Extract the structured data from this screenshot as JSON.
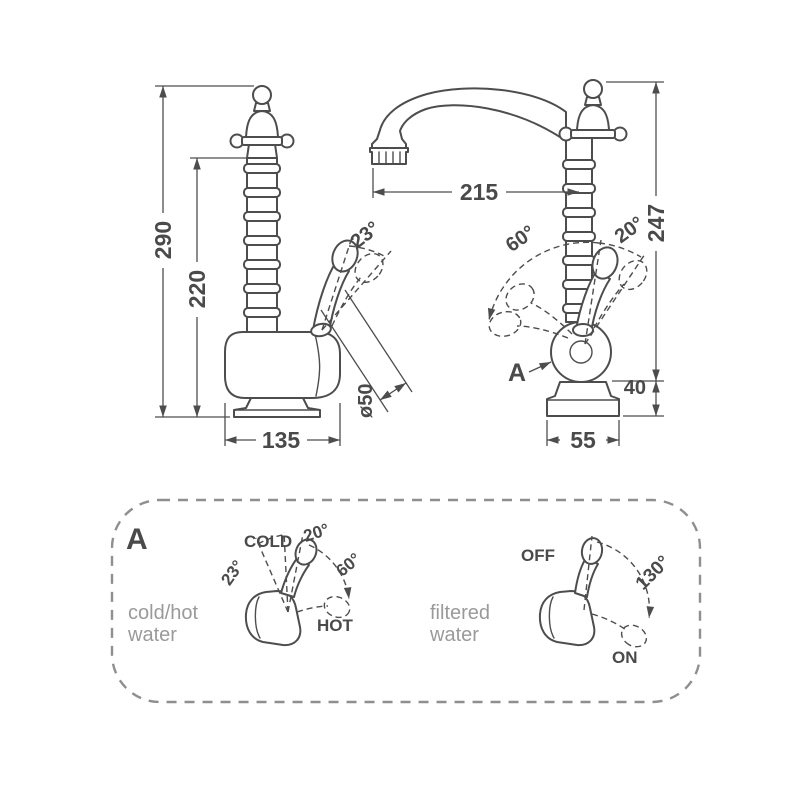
{
  "colors": {
    "line": "#4d4d4d",
    "text": "#4a4a4a",
    "muted_text": "#9a9a9a",
    "panel_border": "#8f8f8f",
    "background": "#ffffff"
  },
  "left_view": {
    "height": "290",
    "column_height": "220",
    "base_width": "135",
    "diameter": "ø50",
    "handle_angle": "23°"
  },
  "right_view": {
    "reach": "215",
    "height": "247",
    "swing_left": "60°",
    "swing_right": "20°",
    "base_height": "40",
    "base_width": "55",
    "marker": "A"
  },
  "detail": {
    "label": "A",
    "mixer": {
      "cold": "COLD",
      "hot": "HOT",
      "angle_open": "20°",
      "angle_swing": "60°",
      "angle_side": "23°",
      "caption1": "cold/hot",
      "caption2": "water"
    },
    "filter": {
      "off": "OFF",
      "on": "ON",
      "angle": "130°",
      "caption1": "filtered",
      "caption2": "water"
    }
  }
}
